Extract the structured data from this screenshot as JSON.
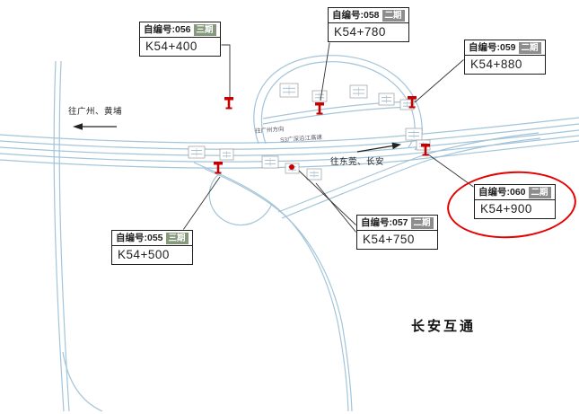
{
  "map_title": "长安互通",
  "callouts": [
    {
      "number": "自编号:056",
      "phase": "三期",
      "chainage": "K54+400"
    },
    {
      "number": "自编号:058",
      "phase": "二期",
      "chainage": "K54+780"
    },
    {
      "number": "自编号:059",
      "phase": "二期",
      "chainage": "K54+880"
    },
    {
      "number": "自编号:060",
      "phase": "二期",
      "chainage": "K54+900"
    },
    {
      "number": "自编号:055",
      "phase": "三期",
      "chainage": "K54+500"
    },
    {
      "number": "自编号:057",
      "phase": "二期",
      "chainage": "K54+750"
    }
  ],
  "direction_labels": {
    "west": "往广州、黄埔",
    "east": "往东莞、长安"
  },
  "road_labels": {
    "small_1": "往广州方向",
    "small_2": "S3广深沿江高速"
  },
  "colors": {
    "road": "#a3c4d9",
    "marker_red": "#c40000",
    "highlight_ellipse": "#e60000",
    "phase3_badge": "#87997c",
    "phase2_badge": "#8d8d8d",
    "callout_border": "#1d1d1d"
  }
}
